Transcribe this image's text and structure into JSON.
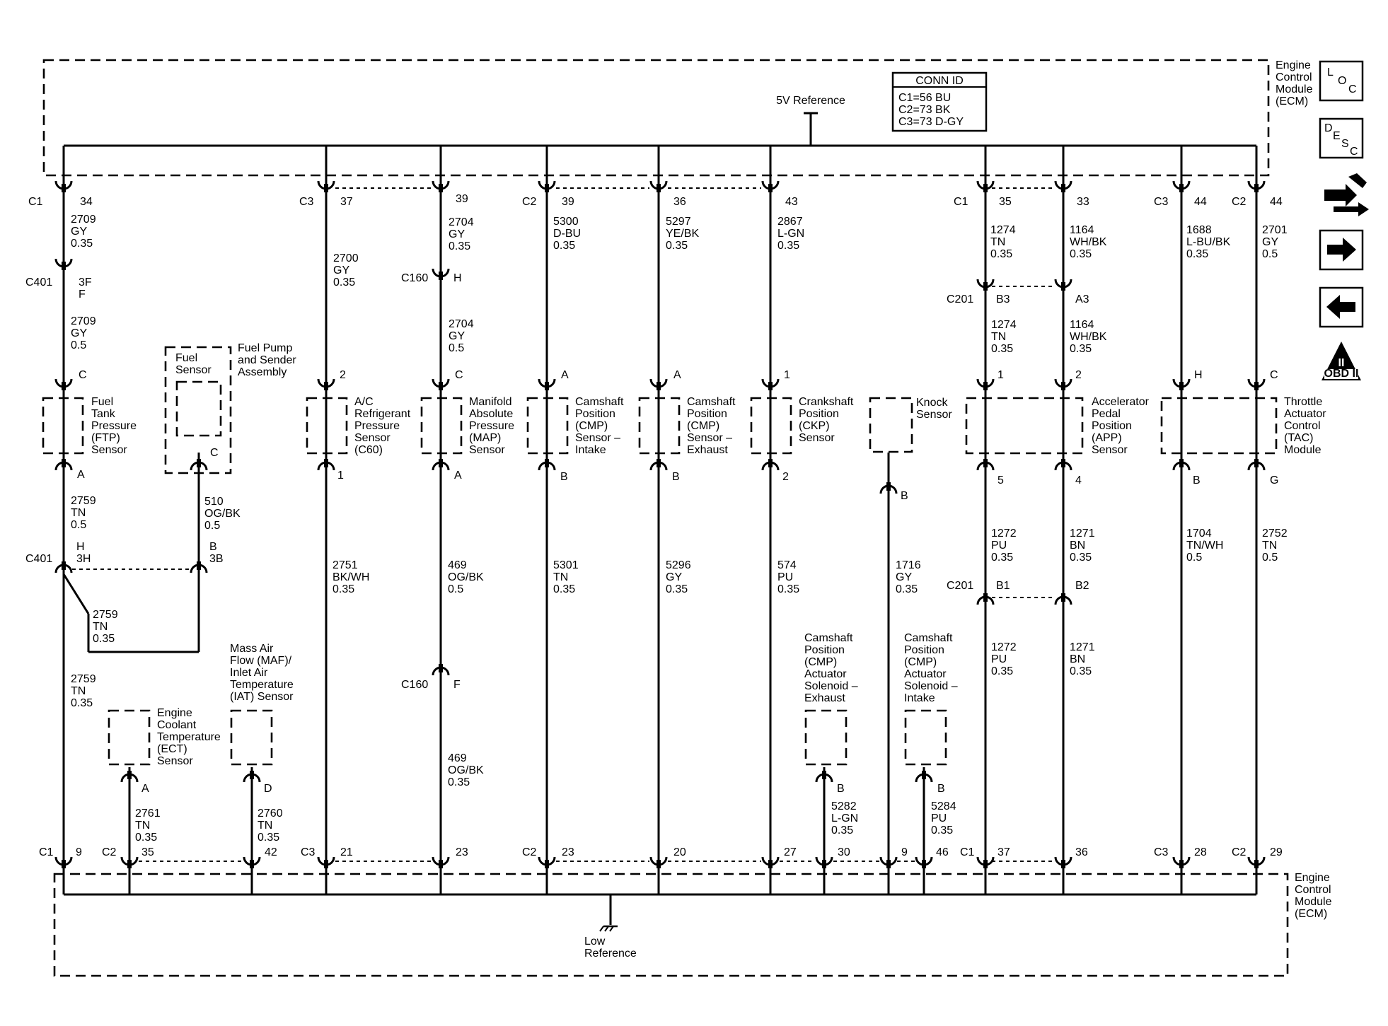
{
  "ecm": {
    "top_label": [
      "Engine",
      "Control",
      "Module",
      "(ECM)"
    ],
    "bottom_label": [
      "Engine",
      "Control",
      "Module",
      "(ECM)"
    ]
  },
  "five_v_reference": "5V Reference",
  "low_reference": [
    "Low",
    "Reference"
  ],
  "conn_id": {
    "title": "CONN ID",
    "lines": [
      "C1=56 BU",
      "C2=73 BK",
      "C3=73 D-GY"
    ]
  },
  "nav_icons": [
    {
      "name": "loc-icon",
      "text": "LOC"
    },
    {
      "name": "desc-icon",
      "text": "DESC"
    },
    {
      "name": "wrench-icon",
      "text": ""
    },
    {
      "name": "arrow-right-icon",
      "text": ""
    },
    {
      "name": "arrow-left-icon",
      "text": ""
    },
    {
      "name": "obd-ii-icon",
      "text": "OBD II"
    }
  ],
  "obd_text": {
    "top": "II",
    "bottom": "OBD II"
  },
  "labels": {
    "ftp": {
      "conn_top": "C1",
      "pin_top": "34",
      "wire1": [
        "2709",
        "GY",
        "0.35"
      ],
      "c401": "C401",
      "c401_pin": [
        "3F",
        "F"
      ],
      "wire2": [
        "2709",
        "GY",
        "0.5"
      ],
      "pin_c": "C",
      "name": [
        "Fuel",
        "Tank",
        "Pressure",
        "(FTP)",
        "Sensor"
      ],
      "pin_a": "A",
      "wire3": [
        "2759",
        "TN",
        "0.5"
      ],
      "c401b": "C401",
      "c401b_pin": [
        "H",
        "3H"
      ],
      "wire4": [
        "2759",
        "TN",
        "0.35"
      ],
      "wire5": [
        "2759",
        "TN",
        "0.35"
      ],
      "conn_bottom": "C1",
      "pin_bottom": "9"
    },
    "fuel_sensor": {
      "name": [
        "Fuel",
        "Sensor"
      ],
      "assembly": [
        "Fuel Pump",
        "and Sender",
        "Assembly"
      ],
      "pin_c": "C",
      "wire": [
        "510",
        "OG/BK",
        "0.5"
      ],
      "pin_b": [
        "B",
        "3B"
      ]
    },
    "ect": {
      "name": [
        "Engine",
        "Coolant",
        "Temperature",
        "(ECT)",
        "Sensor"
      ],
      "pin": "A",
      "wire": [
        "2761",
        "TN",
        "0.35"
      ],
      "conn_bottom": "C2",
      "pin_bottom": "35"
    },
    "maf": {
      "name": [
        "Mass Air",
        "Flow (MAF)/",
        "Inlet Air",
        "Temperature",
        "(IAT) Sensor"
      ],
      "pin": "D",
      "wire": [
        "2760",
        "TN",
        "0.35"
      ],
      "pin_bottom": "42"
    },
    "ac": {
      "conn_top": "C3",
      "pin_top": "37",
      "wire1": [
        "2700",
        "GY",
        "0.35"
      ],
      "pin2": "2",
      "name": [
        "A/C",
        "Refrigerant",
        "Pressure",
        "Sensor",
        "(C60)"
      ],
      "pin1": "1",
      "wire2": [
        "2751",
        "BK/WH",
        "0.35"
      ],
      "conn_bottom": "C3",
      "pin_bottom": "21"
    },
    "map": {
      "pin_top": "39",
      "wire1": [
        "2704",
        "GY",
        "0.35"
      ],
      "c160": "C160",
      "c160_pin": "H",
      "wire2": [
        "2704",
        "GY",
        "0.5"
      ],
      "pin_c": "C",
      "name": [
        "Manifold",
        "Absolute",
        "Pressure",
        "(MAP)",
        "Sensor"
      ],
      "pin_a": "A",
      "wire3": [
        "469",
        "OG/BK",
        "0.5"
      ],
      "c160b": "C160",
      "c160b_pin": "F",
      "wire4": [
        "469",
        "OG/BK",
        "0.35"
      ],
      "pin_bottom": "23"
    },
    "cmp_intake": {
      "conn_top": "C2",
      "pin_top": "39",
      "wire1": [
        "5300",
        "D-BU",
        "0.35"
      ],
      "pin_a": "A",
      "name": [
        "Camshaft",
        "Position",
        "(CMP)",
        "Sensor –",
        "Intake"
      ],
      "pin_b": "B",
      "wire2": [
        "5301",
        "TN",
        "0.35"
      ],
      "conn_bottom": "C2",
      "pin_bottom": "23"
    },
    "cmp_exhaust": {
      "pin_top": "36",
      "wire1": [
        "5297",
        "YE/BK",
        "0.35"
      ],
      "pin_a": "A",
      "name": [
        "Camshaft",
        "Position",
        "(CMP)",
        "Sensor –",
        "Exhaust"
      ],
      "pin_b": "B",
      "wire2": [
        "5296",
        "GY",
        "0.35"
      ],
      "pin_bottom": "20"
    },
    "ckp": {
      "pin_top": "43",
      "wire1": [
        "2867",
        "L-GN",
        "0.35"
      ],
      "pin1": "1",
      "name": [
        "Crankshaft",
        "Position",
        "(CKP)",
        "Sensor"
      ],
      "pin2": "2",
      "wire2": [
        "574",
        "PU",
        "0.35"
      ],
      "pin_bottom": "27"
    },
    "sol_exhaust": {
      "name": [
        "Camshaft",
        "Position",
        "(CMP)",
        "Actuator",
        "Solenoid –",
        "Exhaust"
      ],
      "pin": "B",
      "wire": [
        "5282",
        "L-GN",
        "0.35"
      ],
      "pin_bottom": "30"
    },
    "knock": {
      "name": [
        "Knock",
        "Sensor"
      ],
      "pin": "B",
      "wire": [
        "1716",
        "GY",
        "0.35"
      ],
      "pin_bottom": "9"
    },
    "sol_intake": {
      "name": [
        "Camshaft",
        "Position",
        "(CMP)",
        "Actuator",
        "Solenoid –",
        "Intake"
      ],
      "pin": "B",
      "wire": [
        "5284",
        "PU",
        "0.35"
      ],
      "pin_bottom": "46"
    },
    "app": {
      "conn_top": "C1",
      "l": {
        "pin_top": "35",
        "wire1": [
          "1274",
          "TN",
          "0.35"
        ],
        "c201_pin": "B3",
        "wire2": [
          "1274",
          "TN",
          "0.35"
        ],
        "pin_s": "1",
        "pin_bot": "5",
        "wire3": [
          "1272",
          "PU",
          "0.35"
        ],
        "c201b_pin": "B1",
        "wire4": [
          "1272",
          "PU",
          "0.35"
        ],
        "pin_bottom": "37"
      },
      "r": {
        "pin_top": "33",
        "wire1": [
          "1164",
          "WH/BK",
          "0.35"
        ],
        "c201_pin": "A3",
        "wire2": [
          "1164",
          "WH/BK",
          "0.35"
        ],
        "pin_s": "2",
        "pin_bot": "4",
        "wire3": [
          "1271",
          "BN",
          "0.35"
        ],
        "c201b_pin": "B2",
        "wire4": [
          "1271",
          "BN",
          "0.35"
        ],
        "pin_bottom": "36"
      },
      "c201": "C201",
      "c201b": "C201",
      "name": [
        "Accelerator",
        "Pedal",
        "Position",
        "(APP)",
        "Sensor"
      ],
      "conn_bottom": "C1"
    },
    "tac": {
      "l": {
        "conn_top": "C3",
        "pin_top": "44",
        "wire1": [
          "1688",
          "L-BU/BK",
          "0.35"
        ],
        "pin_s": "H",
        "pin_bot": "B",
        "wire2": [
          "1704",
          "TN/WH",
          "0.5"
        ],
        "conn_bottom": "C3",
        "pin_bottom": "28"
      },
      "r": {
        "conn_top": "C2",
        "pin_top": "44",
        "wire1": [
          "2701",
          "GY",
          "0.5"
        ],
        "pin_s": "C",
        "pin_bot": "G",
        "wire2": [
          "2752",
          "TN",
          "0.5"
        ],
        "conn_bottom": "C2",
        "pin_bottom": "29"
      },
      "name": [
        "Throttle",
        "Actuator",
        "Control",
        "(TAC)",
        "Module"
      ]
    }
  }
}
